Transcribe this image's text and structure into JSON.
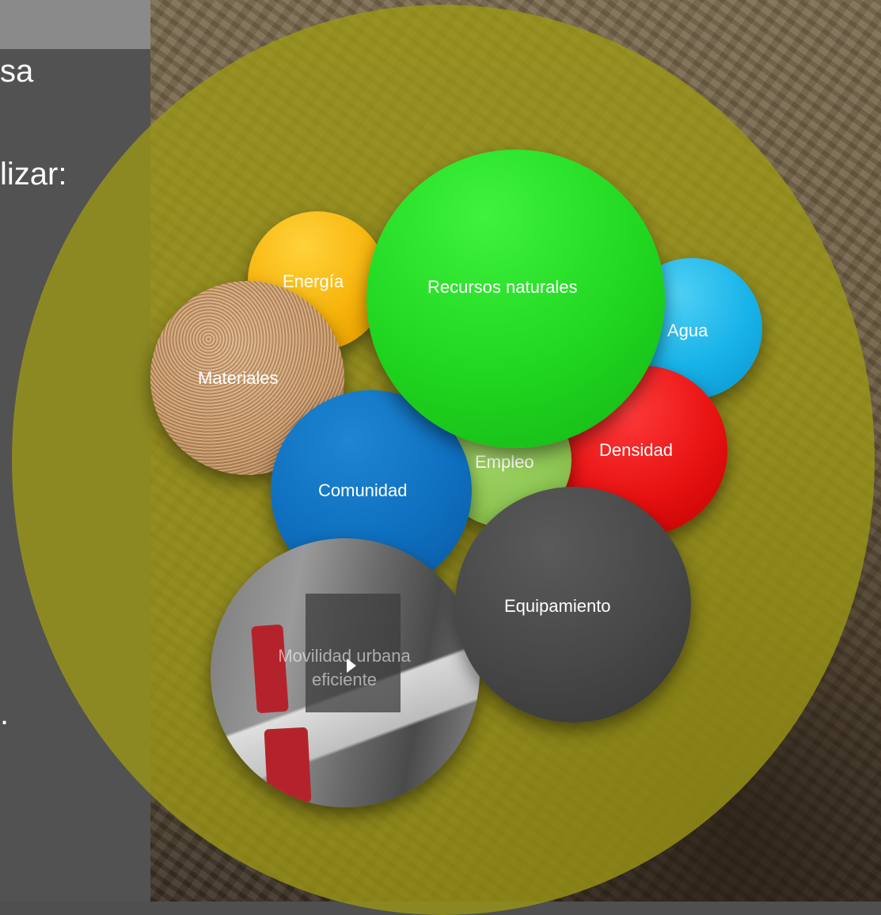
{
  "left_text": {
    "line1": "sa",
    "line2": "lizar:",
    "line3": "."
  },
  "bubbles": {
    "recursos": "Recursos naturales",
    "energia": "Energía",
    "agua": "Agua",
    "materiales": "Materiales",
    "densidad": "Densidad",
    "empleo": "Empleo",
    "comunidad": "Comunidad",
    "equipamiento": "Equipamiento",
    "movilidad": "Movilidad urbana eficiente"
  },
  "colors": {
    "big_circle": "#9e9814",
    "recursos": "#20d620",
    "energia": "#f7b30a",
    "agua": "#17b2e8",
    "densidad": "#e81212",
    "empleo": "#8ec653",
    "comunidad": "#0e6fbf",
    "equipamiento": "#474747",
    "materiales": "#c49468"
  }
}
